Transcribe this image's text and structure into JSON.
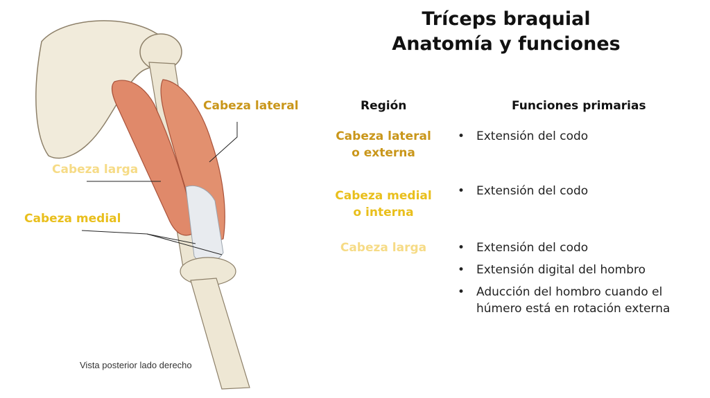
{
  "title": {
    "line1": "Tríceps braquial",
    "line2": "Anatomía y funciones"
  },
  "colors": {
    "lateral": "#c9961a",
    "medial": "#e9bf1c",
    "larga": "#f6db86",
    "text": "#222222"
  },
  "illustration": {
    "labels": {
      "lateral": "Cabeza lateral",
      "larga": "Cabeza larga",
      "medial": "Cabeza medial"
    },
    "caption": "Vista posterior lado derecho"
  },
  "table": {
    "headers": {
      "region": "Región",
      "functions": "Funciones primarias"
    },
    "rows": [
      {
        "region_line1": "Cabeza lateral",
        "region_line2": "o externa",
        "functions": [
          "Extensión del codo"
        ]
      },
      {
        "region_line1": "Cabeza medial",
        "region_line2": "o interna",
        "functions": [
          "Extensión del codo"
        ]
      },
      {
        "region_line1": "Cabeza larga",
        "region_line2": "",
        "functions": [
          "Extensión del codo",
          "Extensión digital del hombro",
          "Aducción del hombro cuando el húmero está en rotación externa"
        ]
      }
    ]
  }
}
